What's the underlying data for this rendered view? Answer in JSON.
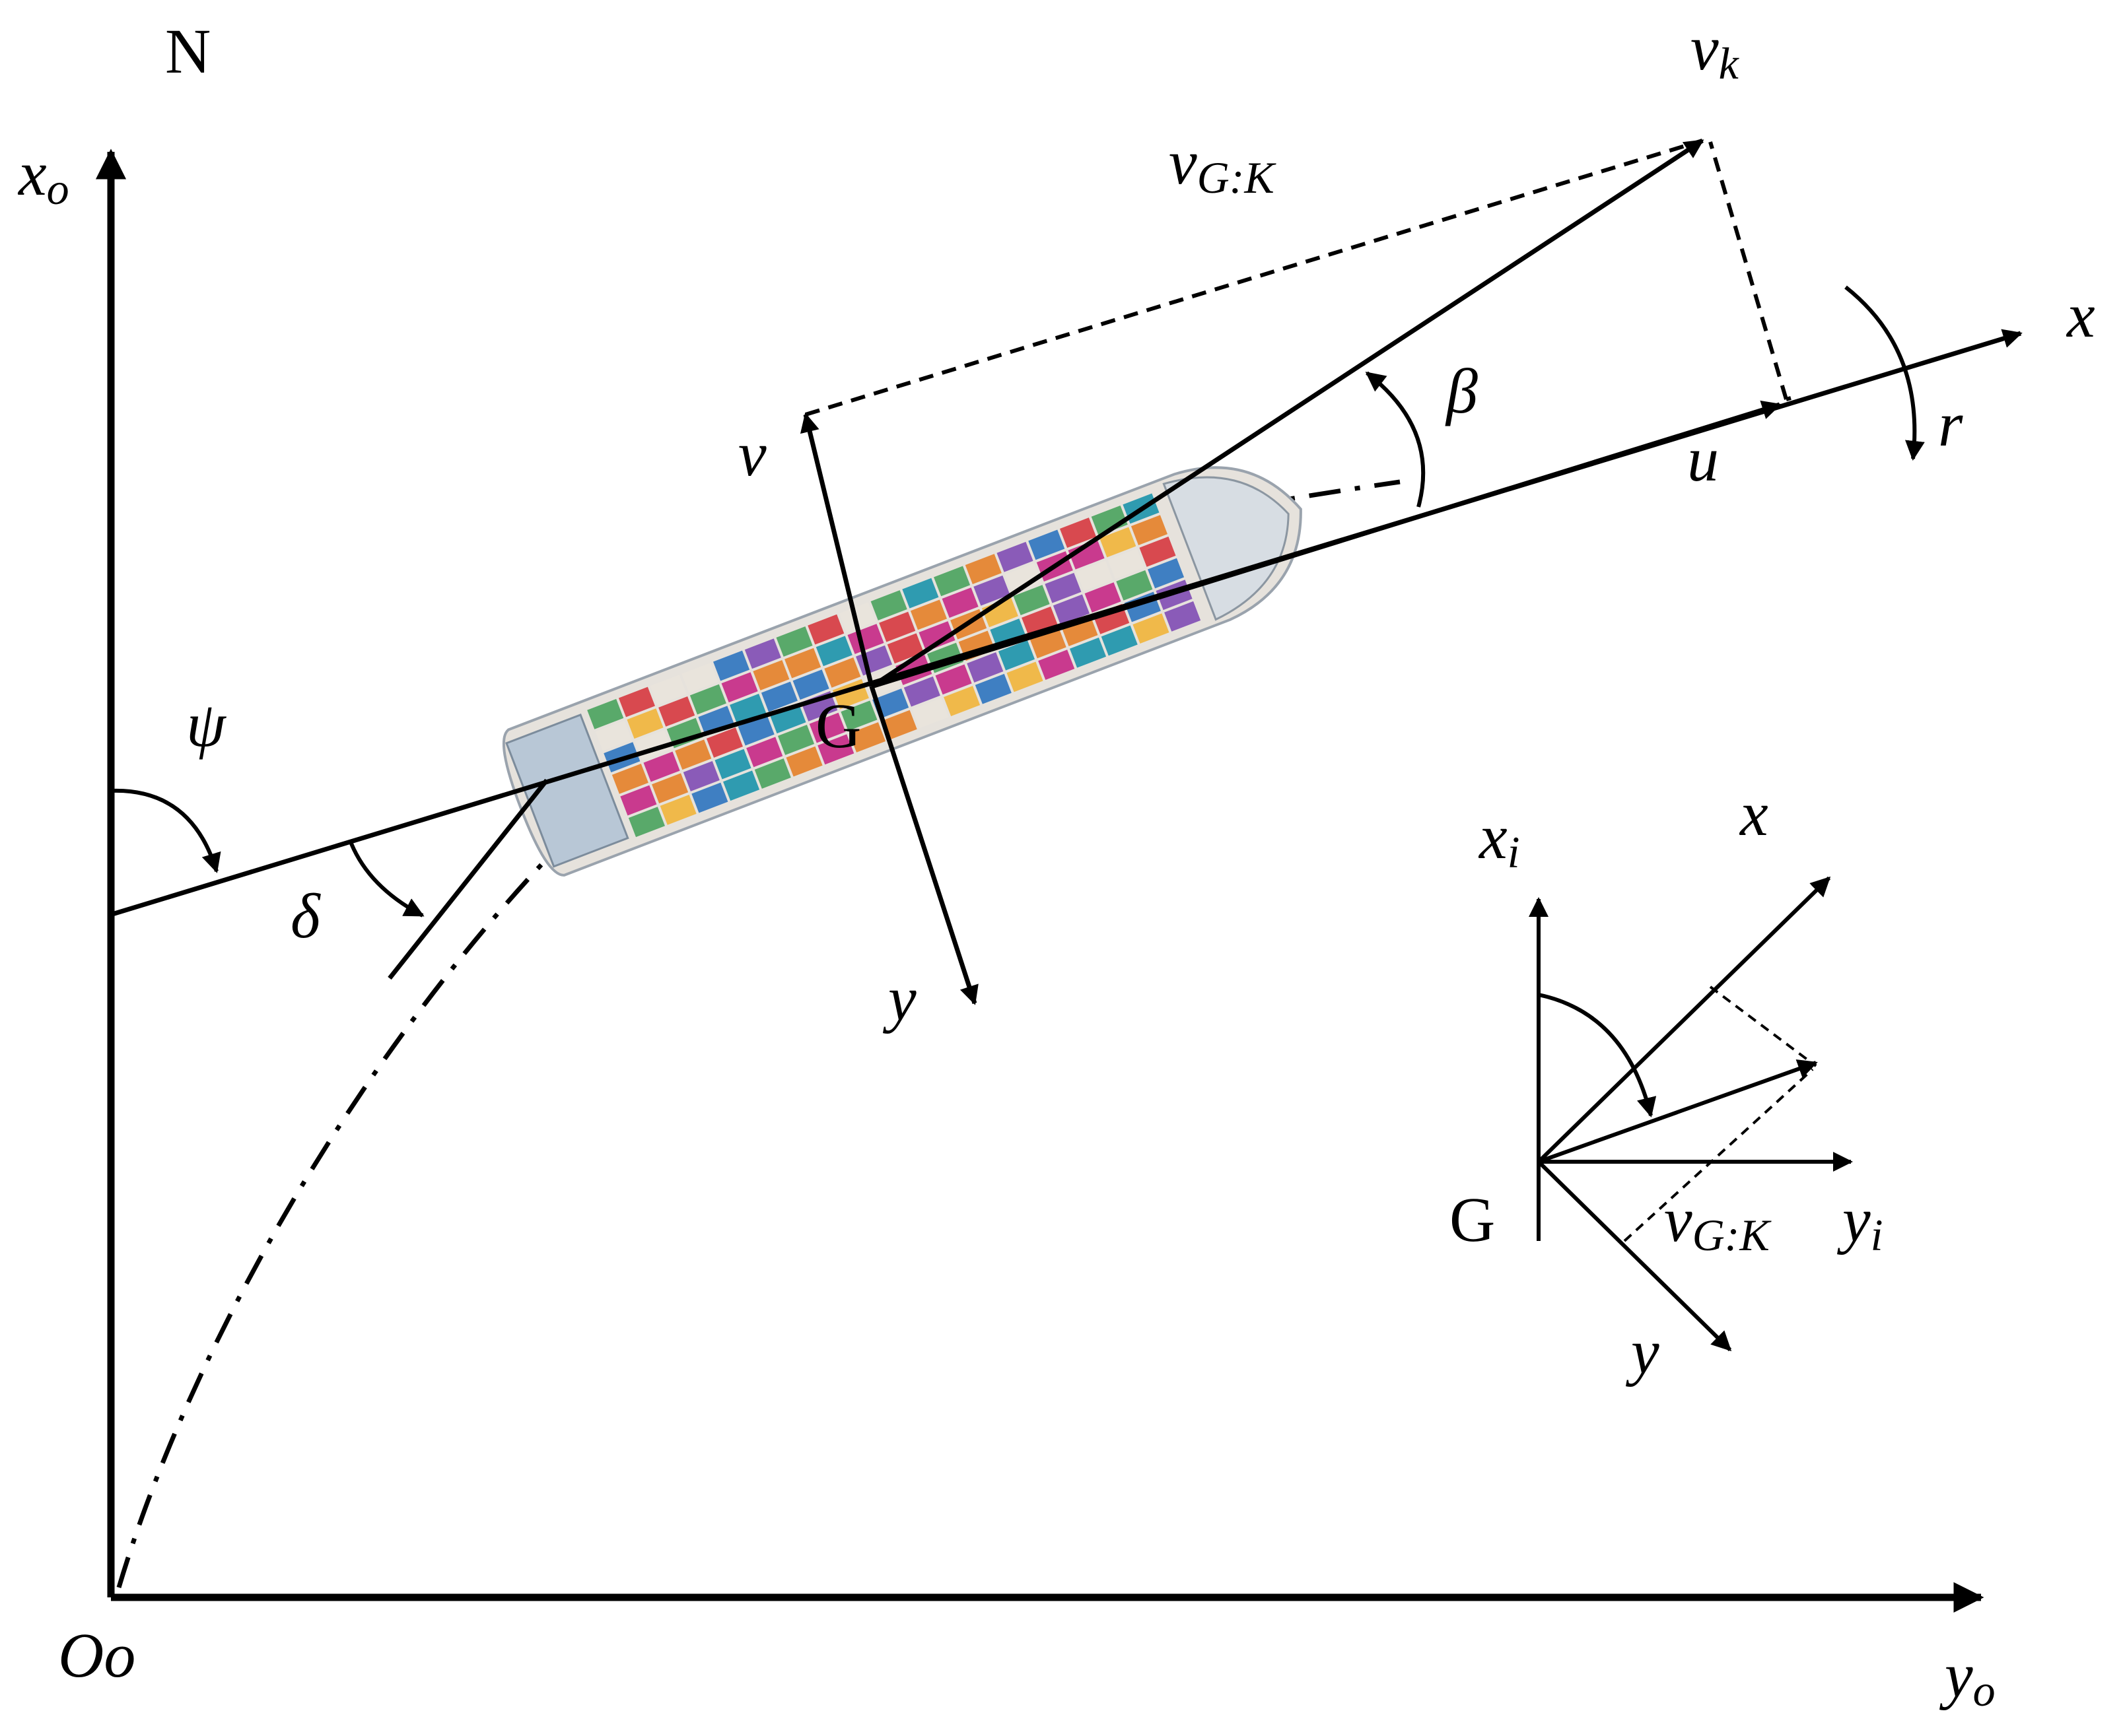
{
  "diagram": {
    "north_label": "N",
    "origin_label": "Oo",
    "earth_axes": {
      "x_label": {
        "base": "x",
        "sub": "o"
      },
      "y_label": {
        "base": "y",
        "sub": "o"
      }
    },
    "ship_axes": {
      "x_label": "x",
      "y_label": "y",
      "u_label": "u",
      "v_label": "v",
      "r_label": "r",
      "center_label": "G"
    },
    "velocity": {
      "vk_label": {
        "base": "v",
        "sub": "k"
      },
      "vgk_label": {
        "base": "v",
        "sub": "G:K"
      }
    },
    "angles": {
      "psi": "ψ",
      "delta": "δ",
      "beta": "β"
    },
    "inset": {
      "xi_label": {
        "base": "x",
        "sub": "i"
      },
      "yi_label": {
        "base": "y",
        "sub": "i"
      },
      "x_label": "x",
      "y_label": "y",
      "center_label": "G",
      "vgk_label": {
        "base": "v",
        "sub": "G:K"
      }
    },
    "ship_colors": [
      "#d8494f",
      "#3f7fc2",
      "#e58a3a",
      "#c93a8e",
      "#59a96a",
      "#e9e4dc",
      "#8a5bb8",
      "#f0b94a",
      "#2f9bb0"
    ]
  }
}
